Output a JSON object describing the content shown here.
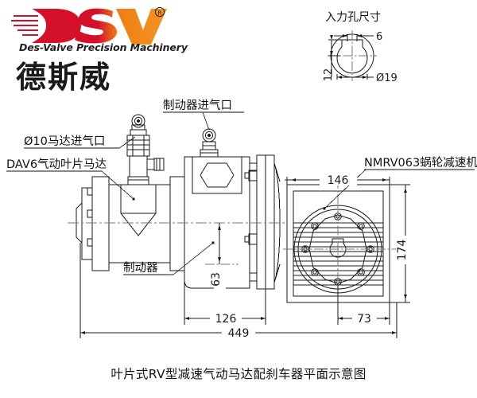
{
  "logo": {
    "wordmark": "DSV",
    "letters": [
      "D",
      "S",
      "V"
    ],
    "registered_mark": "®",
    "tagline": "Des-Valve Precision Machinery",
    "chinese_name": "德斯威",
    "colors": {
      "red": "#d5102a",
      "orange": "#ef7e16",
      "dark_red": "#b00c20",
      "text": "#231f20"
    }
  },
  "detail_view": {
    "title": "入力孔尺寸",
    "dimensions": {
      "key_width": "6",
      "key_depth": "12",
      "bore_diameter": "Ø19"
    }
  },
  "callouts": {
    "brake_inlet": "制动器进气口",
    "motor_inlet": "Ø10马达进气口",
    "vane_motor": "DAV6气动叶片马达",
    "brake": "制动器",
    "gearbox": "NMRV063蜗轮减速机"
  },
  "dimensions": {
    "overall_length": "449",
    "brake_length": "126",
    "gearbox_depth": "73",
    "shaft_height": "63",
    "gearbox_width": "146",
    "gearbox_height": "174"
  },
  "caption": "叶片式RV型减速气动马达配刹车器平面示意图",
  "style": {
    "line_color": "#1a1a1a",
    "center_line_color": "#555555",
    "background": "#ffffff"
  }
}
